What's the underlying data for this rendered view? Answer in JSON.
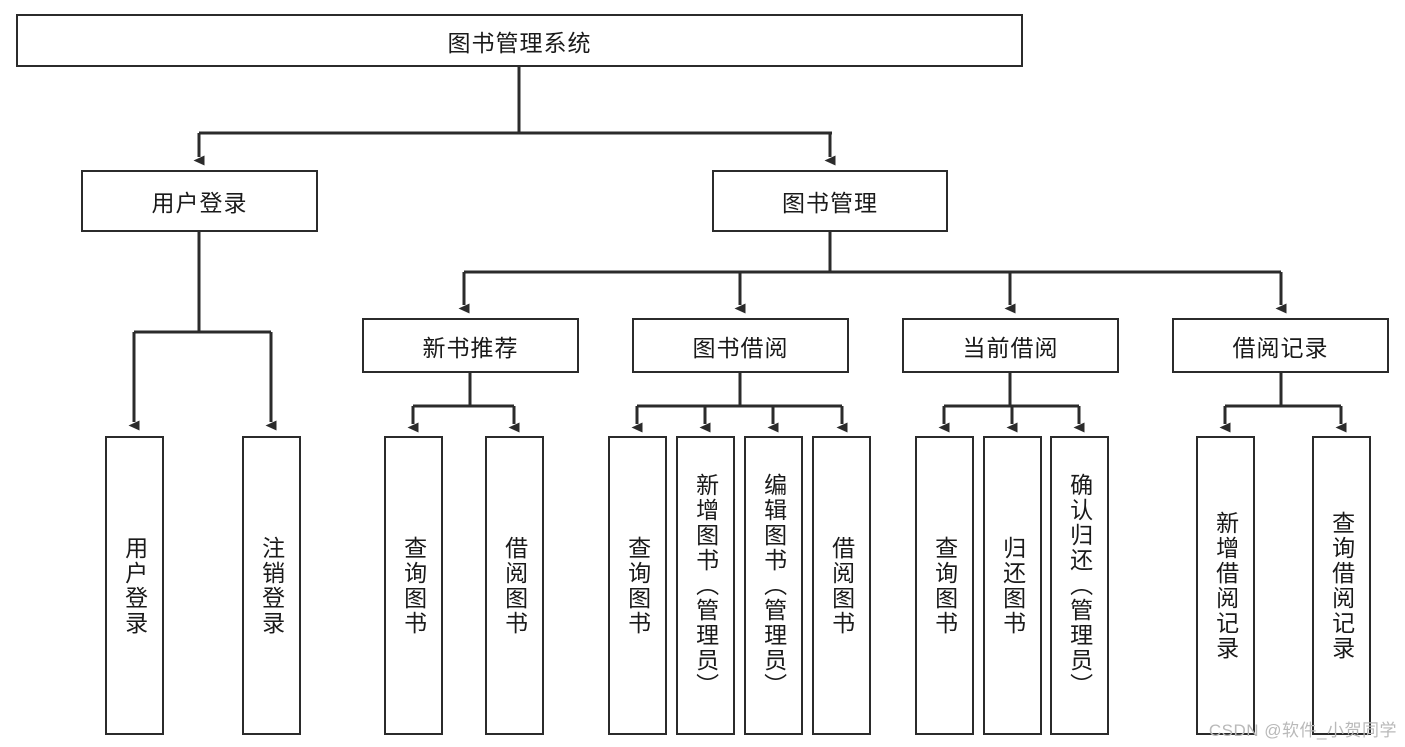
{
  "diagram": {
    "type": "tree-hierarchy",
    "title": "图书管理系统",
    "orientation": "top-down",
    "colors": {
      "box_border": "#2b2b2b",
      "box_fill": "#ffffff",
      "connector": "#2b2b2b",
      "text": "#1a1a1a",
      "watermark": "#b9b9b9"
    }
  },
  "root": {
    "label": "图书管理系统"
  },
  "level2": [
    {
      "label": "用户登录"
    },
    {
      "label": "图书管理"
    }
  ],
  "level3": [
    {
      "label": "新书推荐"
    },
    {
      "label": "图书借阅"
    },
    {
      "label": "当前借阅"
    },
    {
      "label": "借阅记录"
    }
  ],
  "leaves": [
    {
      "label": "用户登录",
      "parent": "用户登录"
    },
    {
      "label": "注销登录",
      "parent": "用户登录"
    },
    {
      "label": "查询图书",
      "parent": "新书推荐"
    },
    {
      "label": "借阅图书",
      "parent": "新书推荐"
    },
    {
      "label": "查询图书",
      "parent": "图书借阅"
    },
    {
      "label": "新增图书（管理员）",
      "parent": "图书借阅"
    },
    {
      "label": "编辑图书（管理员）",
      "parent": "图书借阅"
    },
    {
      "label": "借阅图书",
      "parent": "图书借阅"
    },
    {
      "label": "查询图书",
      "parent": "当前借阅"
    },
    {
      "label": "归还图书",
      "parent": "当前借阅"
    },
    {
      "label": "确认归还（管理员）",
      "parent": "当前借阅"
    },
    {
      "label": "新增借阅记录",
      "parent": "借阅记录"
    },
    {
      "label": "查询借阅记录",
      "parent": "借阅记录"
    }
  ],
  "watermark": {
    "text": "CSDN @软件_小贺同学"
  }
}
